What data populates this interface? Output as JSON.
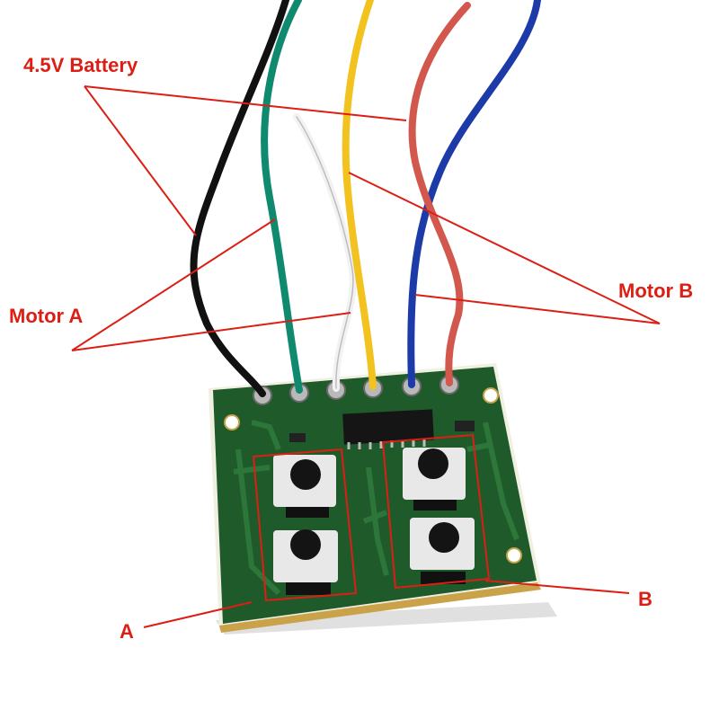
{
  "labels": {
    "battery": "4.5V Battery",
    "motor_a": "Motor A",
    "motor_b": "Motor B",
    "group_a": "A",
    "group_b": "B"
  },
  "colors": {
    "annotation": "#dc1e14",
    "pcb": "#1f5a2b",
    "wire_black": "#111111",
    "wire_green": "#0f8a6e",
    "wire_white": "#f2f2f2",
    "wire_yellow": "#f2c21e",
    "wire_blue": "#1c3aa8",
    "wire_red": "#d2574c"
  }
}
